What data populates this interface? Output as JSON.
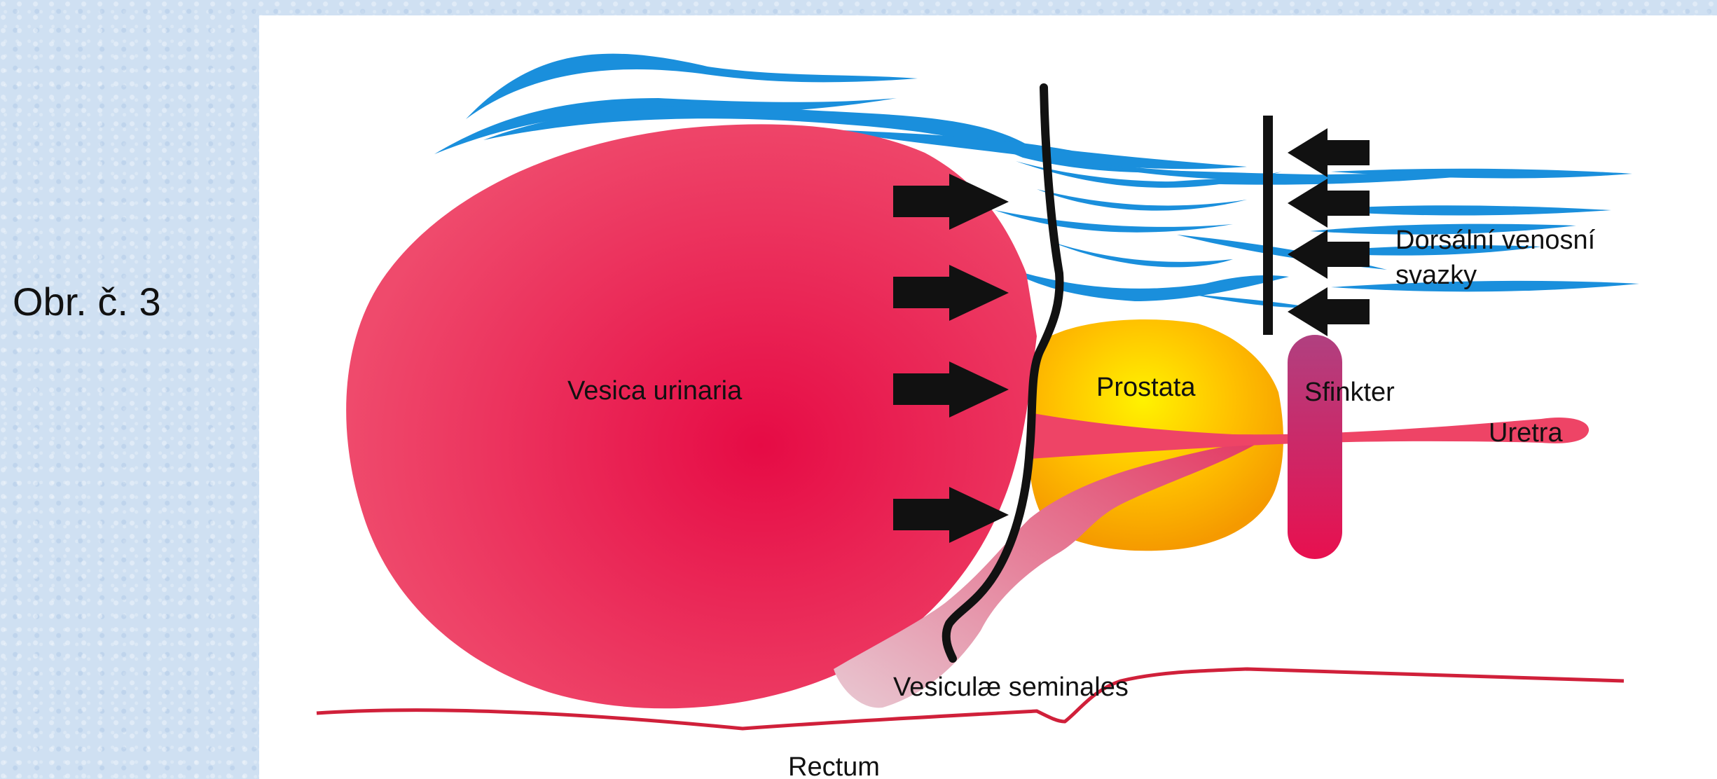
{
  "caption": "Obr. č. 3",
  "labels": {
    "bladder": "Vesica urinaria",
    "prostate": "Prostata",
    "sphincter": "Sfinkter",
    "urethra": "Uretra",
    "dorsal_line1": "Dorsální venosní",
    "dorsal_line2": "svazky",
    "seminal": "Vesiculæ seminales",
    "rectum": "Rectum"
  },
  "colors": {
    "bladder": "#e8174a",
    "prostate": "#f5a000",
    "prostate_center": "#ffee00",
    "sphincter": "#b8306e",
    "urethra": "#ee4466",
    "veins": "#1a8fdc",
    "rectum_line": "#d0203a",
    "arrows": "#111111",
    "background": "#cfe0f2"
  }
}
